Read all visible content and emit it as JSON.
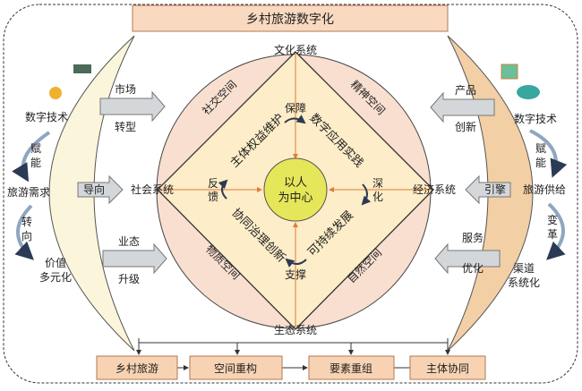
{
  "title": "乡村旅游数字化",
  "colors": {
    "left_crescent": "#fbf5dc",
    "right_crescent": "#f2cfa5",
    "circle": "#f9dfd0",
    "diamond": "#fdedc8",
    "core": "#e6e65a",
    "box": "#f8d3b3",
    "arrow": "#d4d7da",
    "axis": "#e07b39"
  },
  "center": {
    "line1": "以人",
    "line2": "为中心"
  },
  "systems": {
    "top": "文化系统",
    "bottom": "生态系统",
    "left": "社会系统",
    "right": "经济系统"
  },
  "spaces": {
    "top_left": "社交空间",
    "top_right": "精神空间",
    "bottom_left": "物质空间",
    "bottom_right": "自然空间"
  },
  "diamond_edges": {
    "top_left": "主体权益维护",
    "top_right": "数字应用实践",
    "bottom_left": "协同治理创新",
    "bottom_right": "可持续发展"
  },
  "cycle": {
    "top": "保障",
    "right": [
      "深",
      "化"
    ],
    "bottom": "支撑",
    "left": [
      "反",
      "馈"
    ]
  },
  "left": {
    "tech": "数字技术",
    "enable": [
      "赋",
      "能"
    ],
    "demand": "旅游需求",
    "turn": [
      "转",
      "向"
    ],
    "value": [
      "价值",
      "多元化"
    ],
    "arrows": [
      {
        "top": "市场",
        "bottom": "转型"
      },
      {
        "inside": "导向"
      },
      {
        "top": "业态",
        "bottom": "升级"
      }
    ]
  },
  "right": {
    "tech": "数字技术",
    "enable": [
      "赋",
      "能"
    ],
    "supply": "旅游供给",
    "change": [
      "变",
      "革"
    ],
    "channel": [
      "渠道",
      "系统化"
    ],
    "arrows": [
      {
        "top": "产品",
        "bottom": "创新"
      },
      {
        "inside": "引擎"
      },
      {
        "top": "服务",
        "bottom": "优化"
      }
    ]
  },
  "bottom_boxes": [
    "乡村旅游",
    "空间重构",
    "要素重组",
    "主体协同"
  ]
}
